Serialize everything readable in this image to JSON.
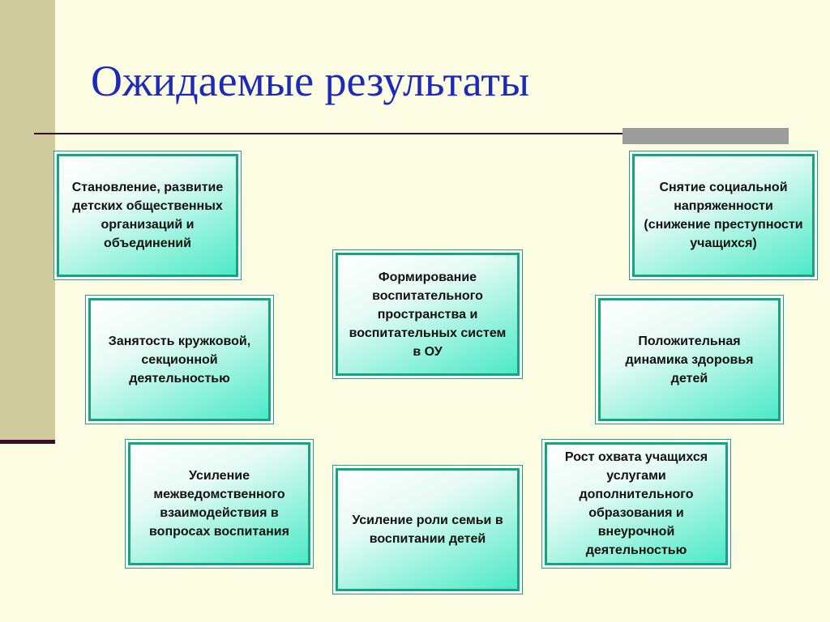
{
  "title": "Ожидаемые результаты",
  "colors": {
    "background": "#fdfde4",
    "title": "#1d2ab8",
    "box_border": "#18a27e",
    "box_fill_light": "#ffffff",
    "box_fill_dark": "#4ee8c9",
    "left_band": "#cfcb9c",
    "rule": "#3a0d2a"
  },
  "boxes": {
    "b1": "Становление, развитие детских общественных организаций и объединений",
    "b2": "Снятие социальной напряженности (снижение преступности учащихся)",
    "b3": "Формирование воспитательного пространства и воспитательных систем в ОУ",
    "b4": "Занятость кружковой, секционной деятельностью",
    "b5": "Положительная динамика здоровья детей",
    "b6": "Усиление межведомственного взаимодействия в вопросах воспитания",
    "b7": "Усиление роли семьи в воспитании детей",
    "b8": "Рост охвата учащихся услугами дополнительного образования и внеурочной деятельностью"
  }
}
